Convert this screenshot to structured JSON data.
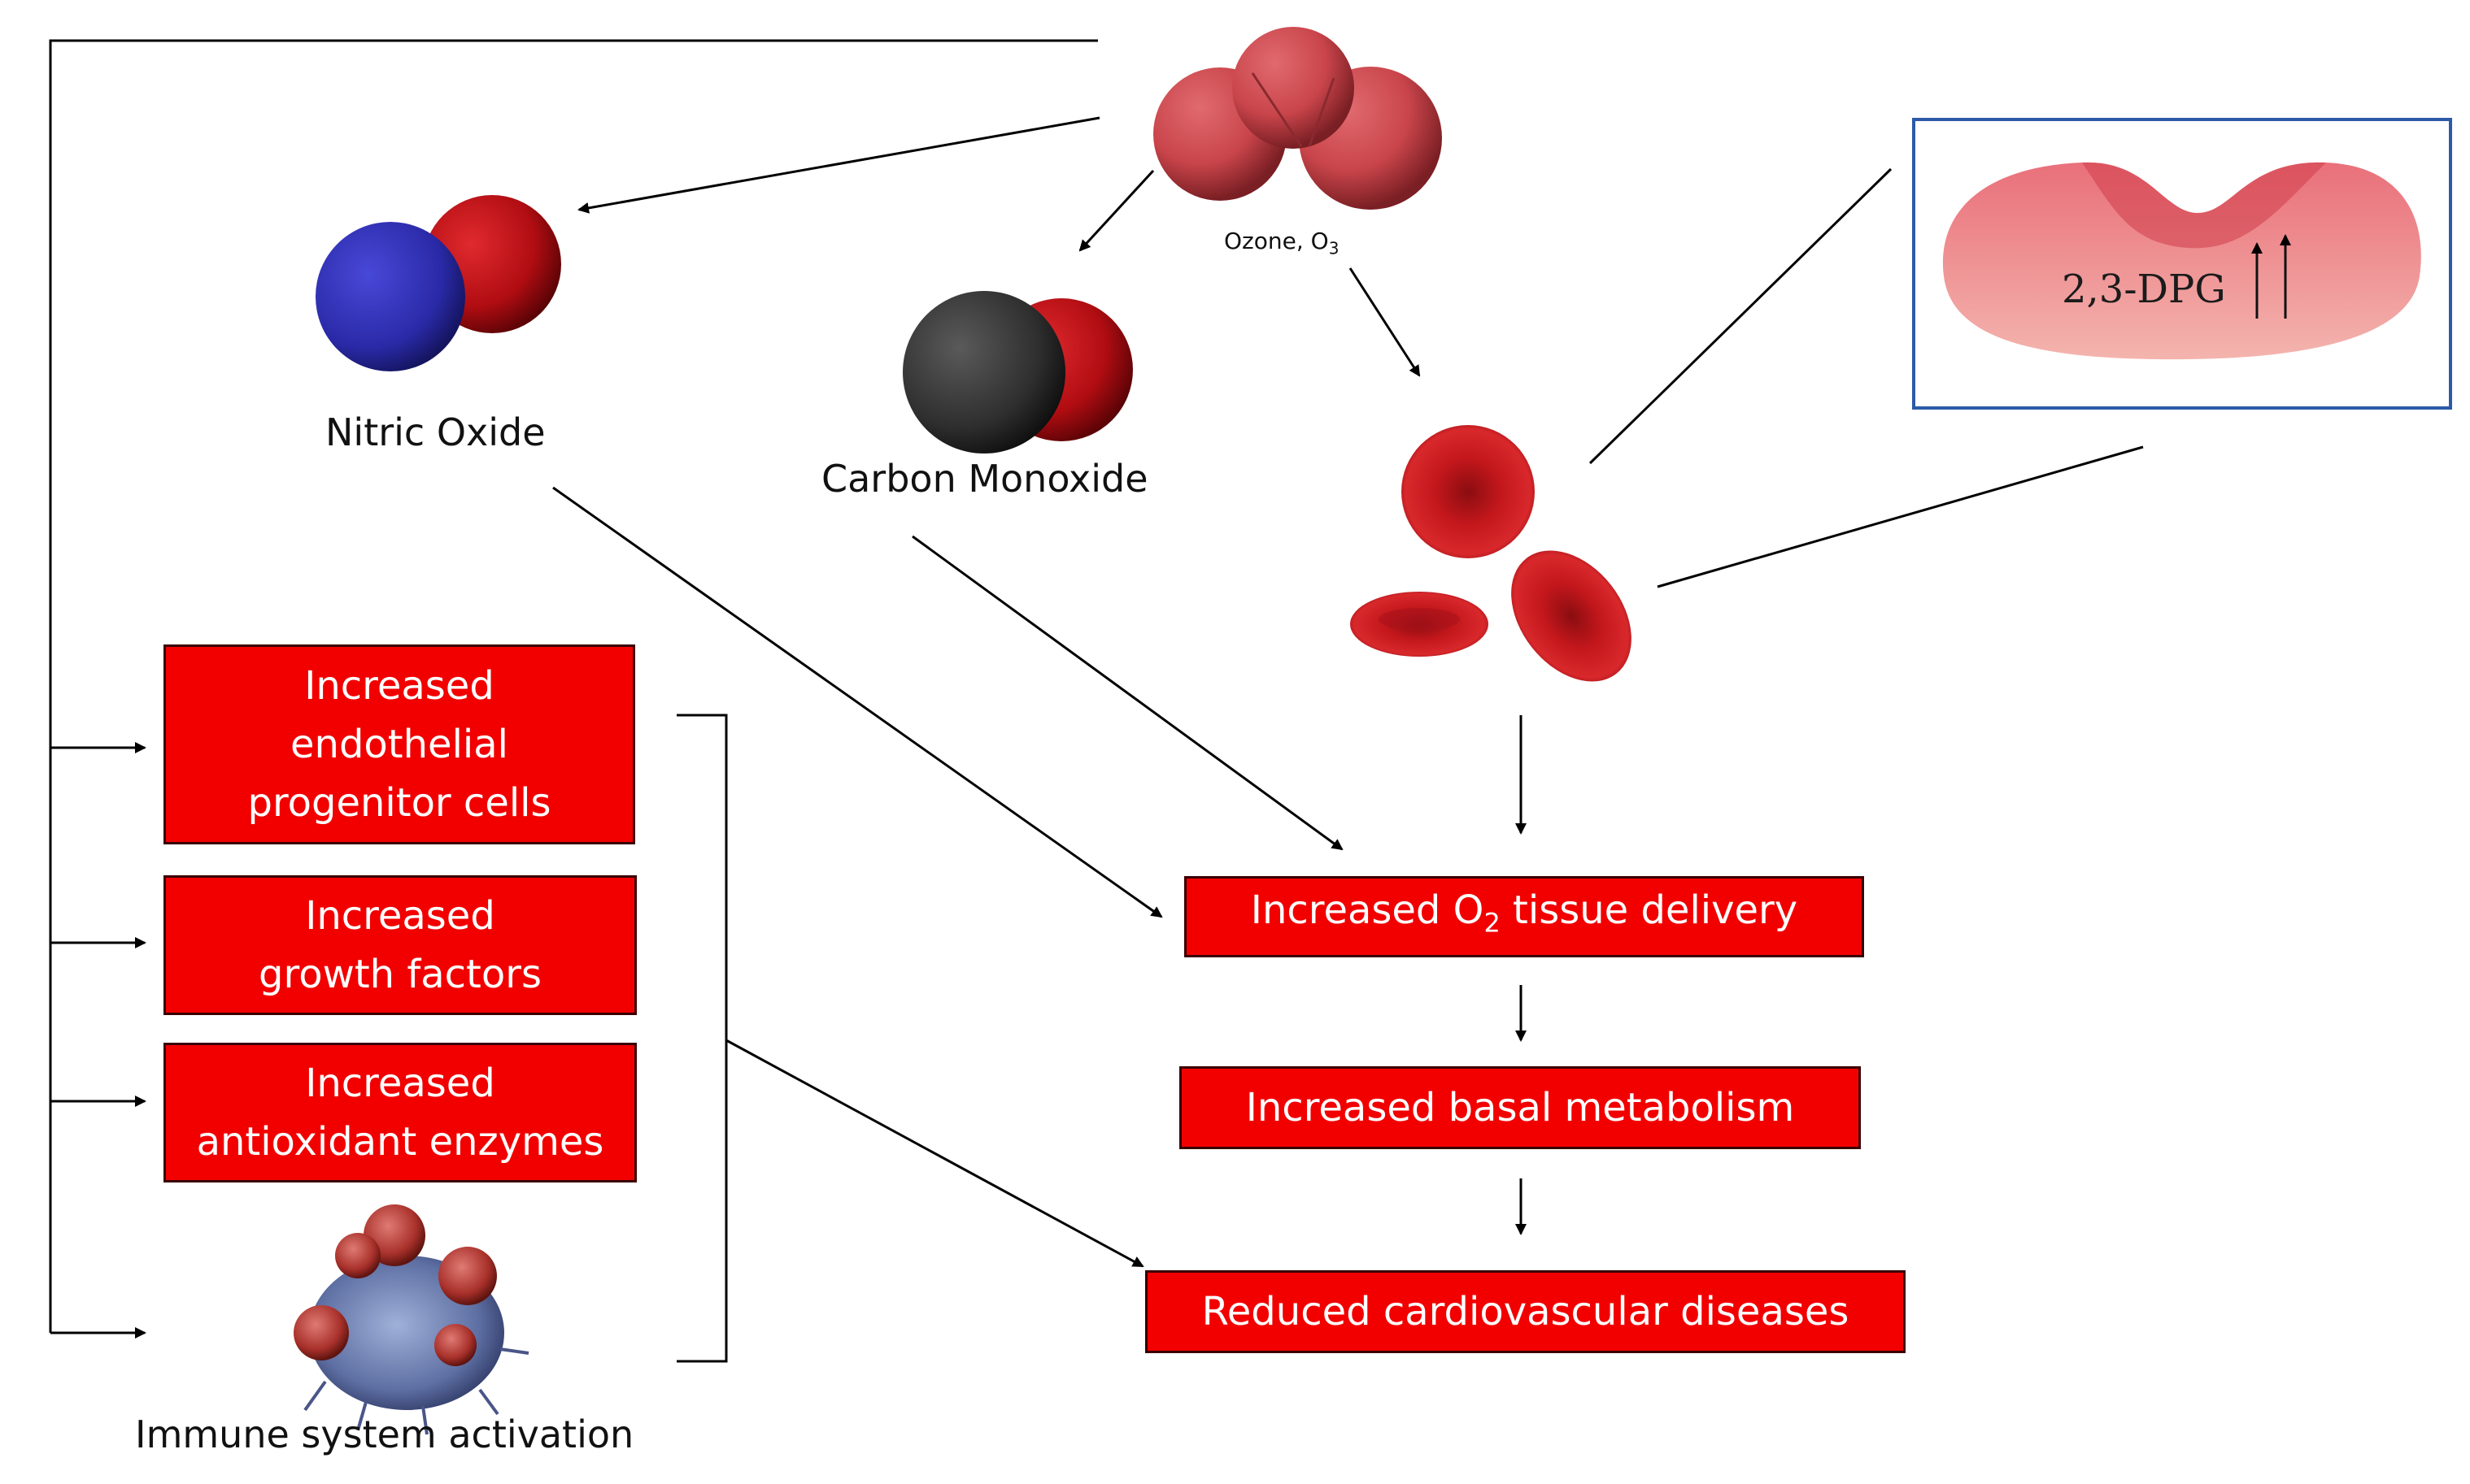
{
  "molecules": {
    "ozone": {
      "name": "Ozone, O",
      "subscript": "3",
      "color": "#c9454b"
    },
    "nitric_oxide": {
      "name": "Nitric Oxide",
      "n_color": "#2a2aa8",
      "o_color": "#b10d12"
    },
    "carbon_monoxide": {
      "name": "Carbon Monoxide",
      "c_color": "#2e2e2e",
      "o_color": "#c1141a"
    }
  },
  "inset": {
    "label": "2,3-DPG"
  },
  "left_boxes": [
    {
      "lines": [
        "Increased",
        "endothelial",
        "progenitor cells"
      ]
    },
    {
      "lines": [
        "Increased",
        "growth factors"
      ]
    },
    {
      "lines": [
        "Increased",
        "antioxidant enzymes"
      ]
    }
  ],
  "immune": {
    "label": "Immune system activation"
  },
  "center_boxes": {
    "o2_delivery": {
      "prefix": "Increased O",
      "subscript": "2",
      "suffix": " tissue delivery"
    },
    "basal": {
      "label": "Increased basal metabolism"
    },
    "cardio": {
      "label": "Reduced cardiovascular diseases"
    }
  },
  "colors": {
    "box_fill": "#f20000",
    "box_border": "#3a0000",
    "rbc": "#c3171c"
  }
}
